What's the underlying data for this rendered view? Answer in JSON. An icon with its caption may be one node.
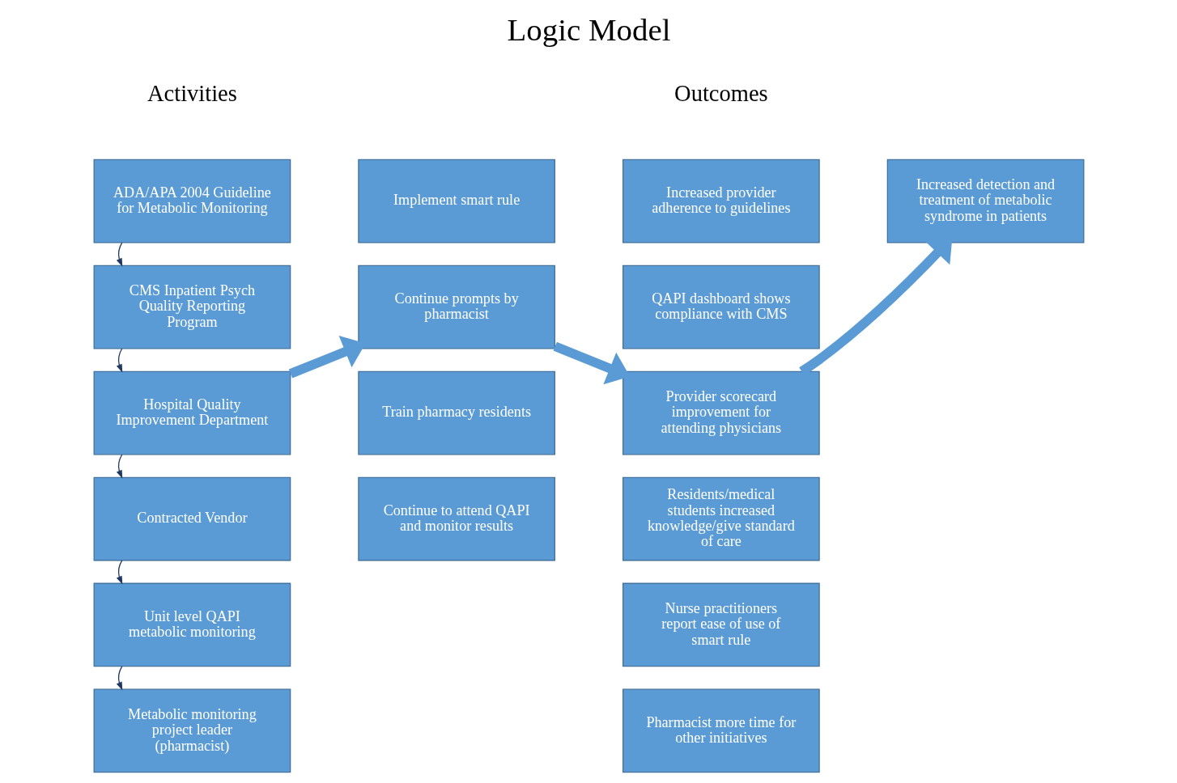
{
  "diagram": {
    "title": "Logic Model",
    "nodes": [
      {
        "text": [
          "ADA/APA 2004 Guideline for Metabolic Monitoring"
        ]
      },
      {
        "text": [
          "CMS Inpatient Psych Quality Reporting Program"
        ]
      },
      {
        "text": [
          "Hospital Quality Improvement Department"
        ]
      },
      {
        "text": [
          "Contracted Vendor"
        ]
      },
      {
        "text": [
          "Unit level QAPI metabolic monitoring"
        ]
      },
      {
        "text": [
          "Metabolic monitoring project leader (pharmacist)"
        ]
      },
      {
        "text": [
          "Implement smart rule"
        ]
      },
      {
        "text": [
          "Continue prompts by pharmacist"
        ]
      },
      {
        "text": [
          "Train pharmacy residents"
        ]
      },
      {
        "text": [
          "Continue to attend QAPI and monitor results"
        ]
      },
      {
        "text": [
          "Increased provider adherence to guidelines"
        ]
      },
      {
        "text": [
          "QAPI dashboard shows compliance with CMS"
        ]
      },
      {
        "text": [
          "Provider scorecard improvement for attending physicians"
        ]
      },
      {
        "text": [
          "Residents/medical students increased knowledge/give standard of care"
        ]
      },
      {
        "text": [
          "Nurse practitioners report ease of use of smart rule"
        ]
      },
      {
        "text": [
          "Pharmacist more time for other initiatives"
        ]
      },
      {
        "text": [
          "Increased detection and treatment of metabolic syndrome in patients"
        ]
      }
    ],
    "edges": [
      {
        "from": 0,
        "to": 1,
        "arrow": "to"
      },
      {
        "from": 1,
        "to": 2,
        "arrow": "to"
      },
      {
        "from": 2,
        "to": 3,
        "arrow": "to"
      },
      {
        "from": 3,
        "to": 4,
        "arrow": "to"
      },
      {
        "from": 4,
        "to": 5,
        "arrow": "to"
      },
      {
        "from": 2,
        "to": 7,
        "arrow": "to",
        "style": "thick",
        "color": "#5b9bd5"
      },
      {
        "from": 7,
        "to": 12,
        "arrow": "to",
        "style": "thick",
        "color": "#5b9bd5"
      },
      {
        "from": 12,
        "to": 16,
        "arrow": "to",
        "style": "thick",
        "color": "#5b9bd5"
      }
    ],
    "labels": [
      "Activities",
      "Outcomes"
    ]
  }
}
